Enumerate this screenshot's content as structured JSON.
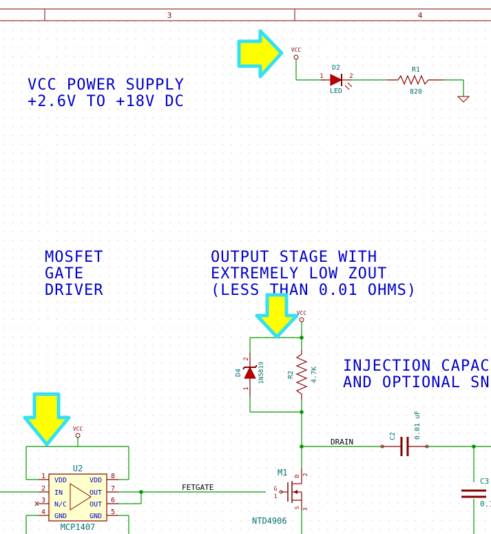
{
  "colors": {
    "wire": "#009600",
    "component": "#840000",
    "label": "#0000c8",
    "net_label": "#000000",
    "ref": "#007070",
    "border": "#840000",
    "grid_dot": "#b4b4b4",
    "arrow_fill": "#ffff00",
    "arrow_outline": "#33e0f5"
  },
  "border": {
    "zone_3": "3",
    "zone_4": "4"
  },
  "notes": {
    "supply_line1": "VCC POWER SUPPLY",
    "supply_line2": "+2.6V TO +18V DC",
    "driver_line1": "MOSFET",
    "driver_line2": "GATE",
    "driver_line3": "DRIVER",
    "output_line1": "OUTPUT STAGE WITH",
    "output_line2": "EXTREMELY LOW ZOUT",
    "output_line3": "(LESS THAN 0.01 OHMS)",
    "injection_line1": "INJECTION CAPAC",
    "injection_line2": "AND OPTIONAL SN"
  },
  "power": {
    "vcc1": "VCC",
    "vcc2": "VCC",
    "vcc3": "VCC"
  },
  "d2": {
    "ref": "D2",
    "value": "LED",
    "pin1": "1",
    "pin2": "2"
  },
  "r1": {
    "ref": "R1",
    "value": "820"
  },
  "d4": {
    "ref": "D4",
    "value": "1N5819",
    "pin1": "1",
    "pin2": "2"
  },
  "r2": {
    "ref": "R2",
    "value": "4.7K"
  },
  "c2": {
    "ref": "C2",
    "value": "0.01 uF"
  },
  "c3": {
    "ref": "C3",
    "value": "0.1"
  },
  "m1": {
    "ref": "M1",
    "value": "NTD4906",
    "pin_g": "G",
    "pin_d": "D",
    "pin_s": "S",
    "num_g": "1",
    "num_d": "2",
    "num_s": "3"
  },
  "u2": {
    "ref": "U2",
    "value": "MCP1407",
    "left_pins": [
      {
        "num": "1",
        "name": "VDD"
      },
      {
        "num": "2",
        "name": "IN"
      },
      {
        "num": "3",
        "name": "N/C"
      },
      {
        "num": "4",
        "name": "GND"
      }
    ],
    "right_pins": [
      {
        "num": "8",
        "name": "VDD"
      },
      {
        "num": "7",
        "name": "OUT"
      },
      {
        "num": "6",
        "name": "OUT"
      },
      {
        "num": "5",
        "name": "GND"
      }
    ]
  },
  "nets": {
    "drain": "DRAIN",
    "fetgate": "FETGATE"
  }
}
